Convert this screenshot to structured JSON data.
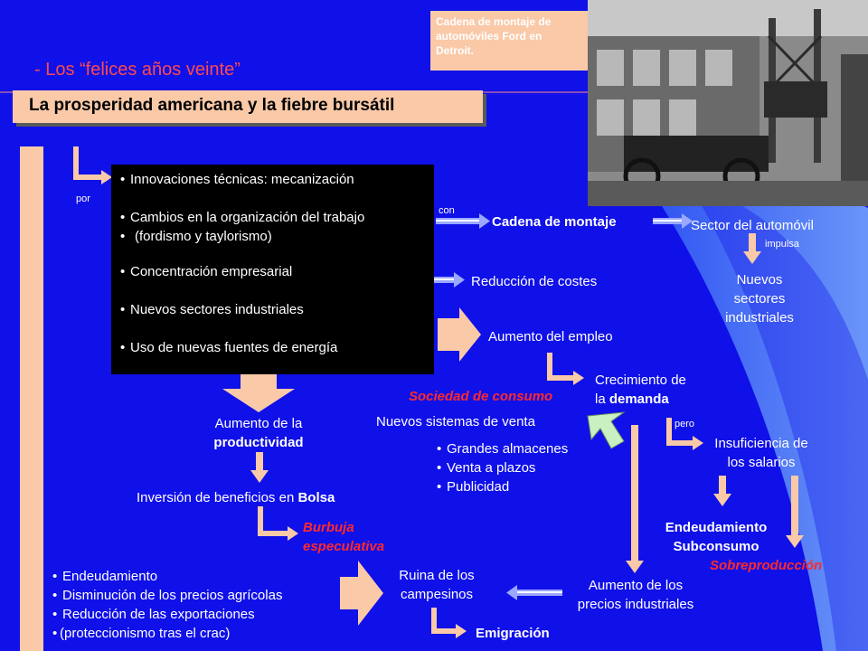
{
  "heading": "- Los “felices años veinte”",
  "title": "La prosperidad americana y la fiebre bursátil",
  "photo_caption": "Cadena de montaje de automóviles Ford en Detroit.",
  "photo_subject": "ford-assembly-line-photo",
  "connectors": {
    "por": "por",
    "con": "con",
    "impulsa": "impulsa",
    "pero": "pero"
  },
  "causes": [
    "Innovaciones técnicas: mecanización",
    "Cambios en la organización del trabajo",
    "(fordismo y taylorismo)",
    "Concentración empresarial",
    "Nuevos sectores industriales",
    "Uso de nuevas fuentes de energía"
  ],
  "nodes": {
    "cadena": "Cadena de montaje",
    "sector_auto": "Sector del automóvil",
    "nuevos_sectores_1": "Nuevos",
    "nuevos_sectores_2": "sectores",
    "nuevos_sectores_3": "industriales",
    "reduccion_costes": "Reducción de costes",
    "aumento_empleo": "Aumento del empleo",
    "crecimiento_1": "Crecimiento de",
    "crecimiento_2_pre": "la ",
    "crecimiento_2_bold": "demanda",
    "sociedad_consumo": "Sociedad de consumo",
    "nuevos_sistemas": "Nuevos sistemas de venta",
    "productividad_1": "Aumento de la",
    "productividad_2": "productividad",
    "inversion_pre": "Inversión de beneficios en ",
    "inversion_bold": "Bolsa",
    "burbuja_1": "Burbuja",
    "burbuja_2": "especulativa",
    "insuficiencia_1": "Insuficiencia de",
    "insuficiencia_2": "los salarios",
    "endeudamiento": "Endeudamiento",
    "subconsumo": "Subconsumo",
    "sobreproduccion": "Sobreproducción",
    "ruina_1": "Ruina de los",
    "ruina_2": "campesinos",
    "precios_1": "Aumento de los",
    "precios_2": "precios industriales",
    "emigracion": "Emigración"
  },
  "ventas": [
    "Grandes almacenes",
    "Venta a plazos",
    "Publicidad"
  ],
  "agricultura": [
    "Endeudamiento",
    "Disminución de los precios agrícolas",
    "Reducción de las exportaciones",
    "(proteccionismo tras el crac)"
  ],
  "colors": {
    "background": "#1010e8",
    "peach": "#f9c9a8",
    "red_text": "#ff2a2a",
    "light_blue": "#4a78f0",
    "green_arrow": "#c8f0c0"
  }
}
